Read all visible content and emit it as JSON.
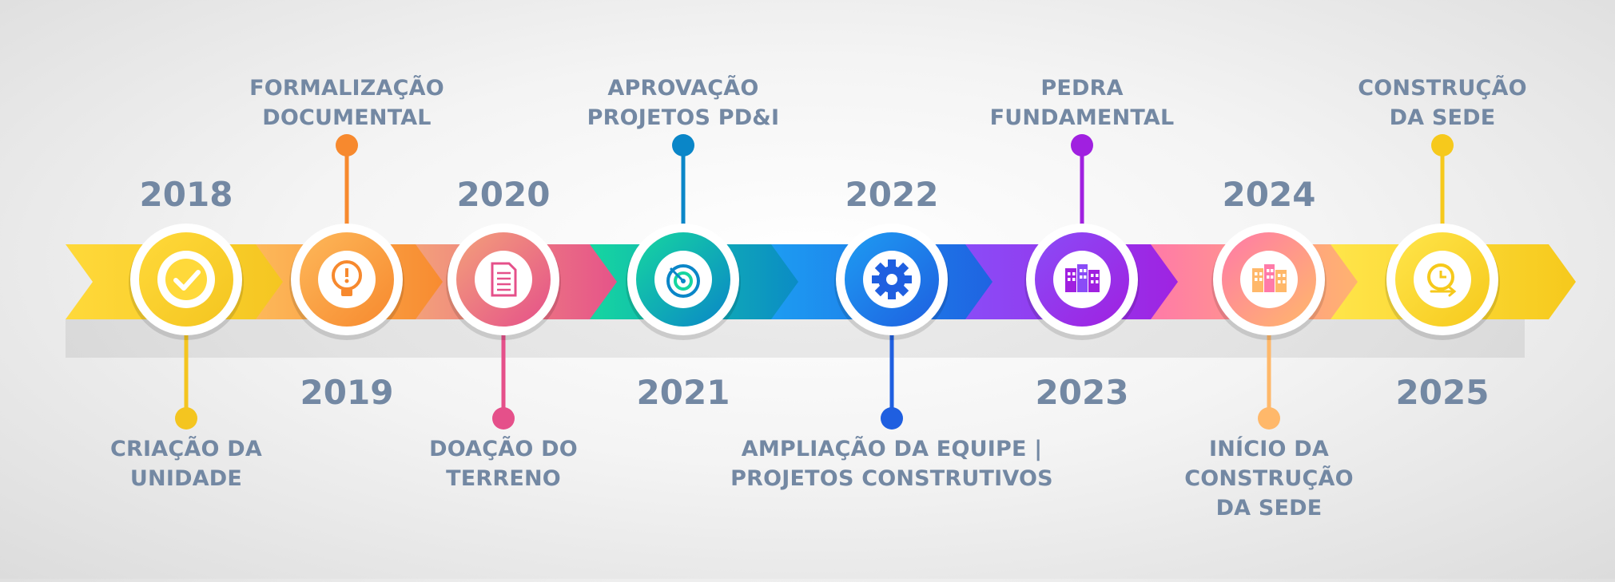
{
  "milestones": [
    {
      "year": "2018",
      "label": [
        "CRIAÇÃO DA",
        "UNIDADE"
      ],
      "icon": "check-icon",
      "position": "below",
      "colors": [
        "#ffd93a",
        "#f4c520"
      ]
    },
    {
      "year": "2019",
      "label": [
        "FORMALIZAÇÃO",
        "DOCUMENTAL"
      ],
      "icon": "lightbulb-icon",
      "position": "above",
      "colors": [
        "#fdb85a",
        "#f7892e"
      ]
    },
    {
      "year": "2020",
      "label": [
        "DOAÇÃO DO",
        "TERRENO"
      ],
      "icon": "document-icon",
      "position": "below",
      "colors": [
        "#f3a07a",
        "#e5508a"
      ]
    },
    {
      "year": "2021",
      "label": [
        "APROVAÇÃO",
        "PROJETOS PD&I"
      ],
      "icon": "target-icon",
      "position": "above",
      "colors": [
        "#16d6a0",
        "#0a86c8"
      ]
    },
    {
      "year": "2022",
      "label": [
        "AMPLIAÇÃO DA EQUIPE |",
        "PROJETOS CONSTRUTIVOS"
      ],
      "icon": "gear-icon",
      "position": "below",
      "colors": [
        "#1d9cf2",
        "#1f5fe0"
      ]
    },
    {
      "year": "2023",
      "label": [
        "PEDRA",
        "FUNDAMENTAL"
      ],
      "icon": "building-icon",
      "position": "above",
      "colors": [
        "#8a4cf7",
        "#a020e0"
      ]
    },
    {
      "year": "2024",
      "label": [
        "INÍCIO DA",
        "CONSTRUÇÃO",
        "DA SEDE"
      ],
      "icon": "building-icon",
      "position": "below",
      "colors": [
        "#ff7aa8",
        "#ffb86a"
      ]
    },
    {
      "year": "2025",
      "label": [
        "CONSTRUÇÃO",
        "DA SEDE"
      ],
      "icon": "clock-icon",
      "position": "above",
      "colors": [
        "#ffe54a",
        "#f6c91c"
      ]
    }
  ]
}
